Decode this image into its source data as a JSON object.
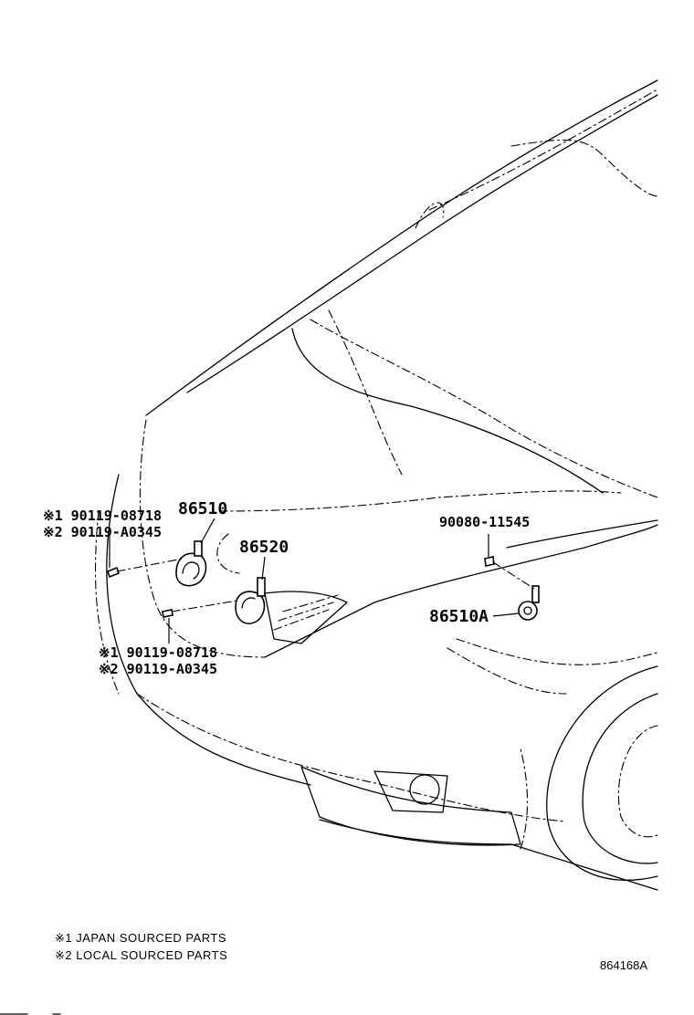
{
  "parts": {
    "horn_high": "86510",
    "horn_low": "86520",
    "horn_single": "86510A",
    "screw_top_line1": "※1 90119-08718",
    "screw_top_line2": "※2 90119-A0345",
    "screw_bottom_line1": "※1 90119-08718",
    "screw_bottom_line2": "※2 90119-A0345",
    "bolt": "90080-11545"
  },
  "legend": {
    "note1": "※1 JAPAN SOURCED PARTS",
    "note2": "※2 LOCAL SOURCED PARTS"
  },
  "illustration_ref": "864168A"
}
